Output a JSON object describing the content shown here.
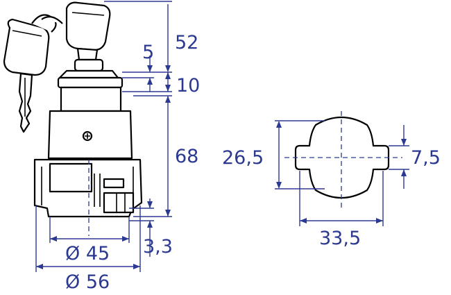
{
  "colors": {
    "dimension": "#2b3990",
    "outline": "#000000",
    "background": "#ffffff"
  },
  "dimensions": {
    "key_height": "52",
    "nut_thickness": "5",
    "thread_length": "10",
    "body_height": "68",
    "flange_thickness": "3,3",
    "inner_diameter": "Ø 45",
    "outer_diameter": "Ø 56",
    "cutout_height": "26,5",
    "cutout_width": "33,5",
    "tab_width": "7,5"
  }
}
